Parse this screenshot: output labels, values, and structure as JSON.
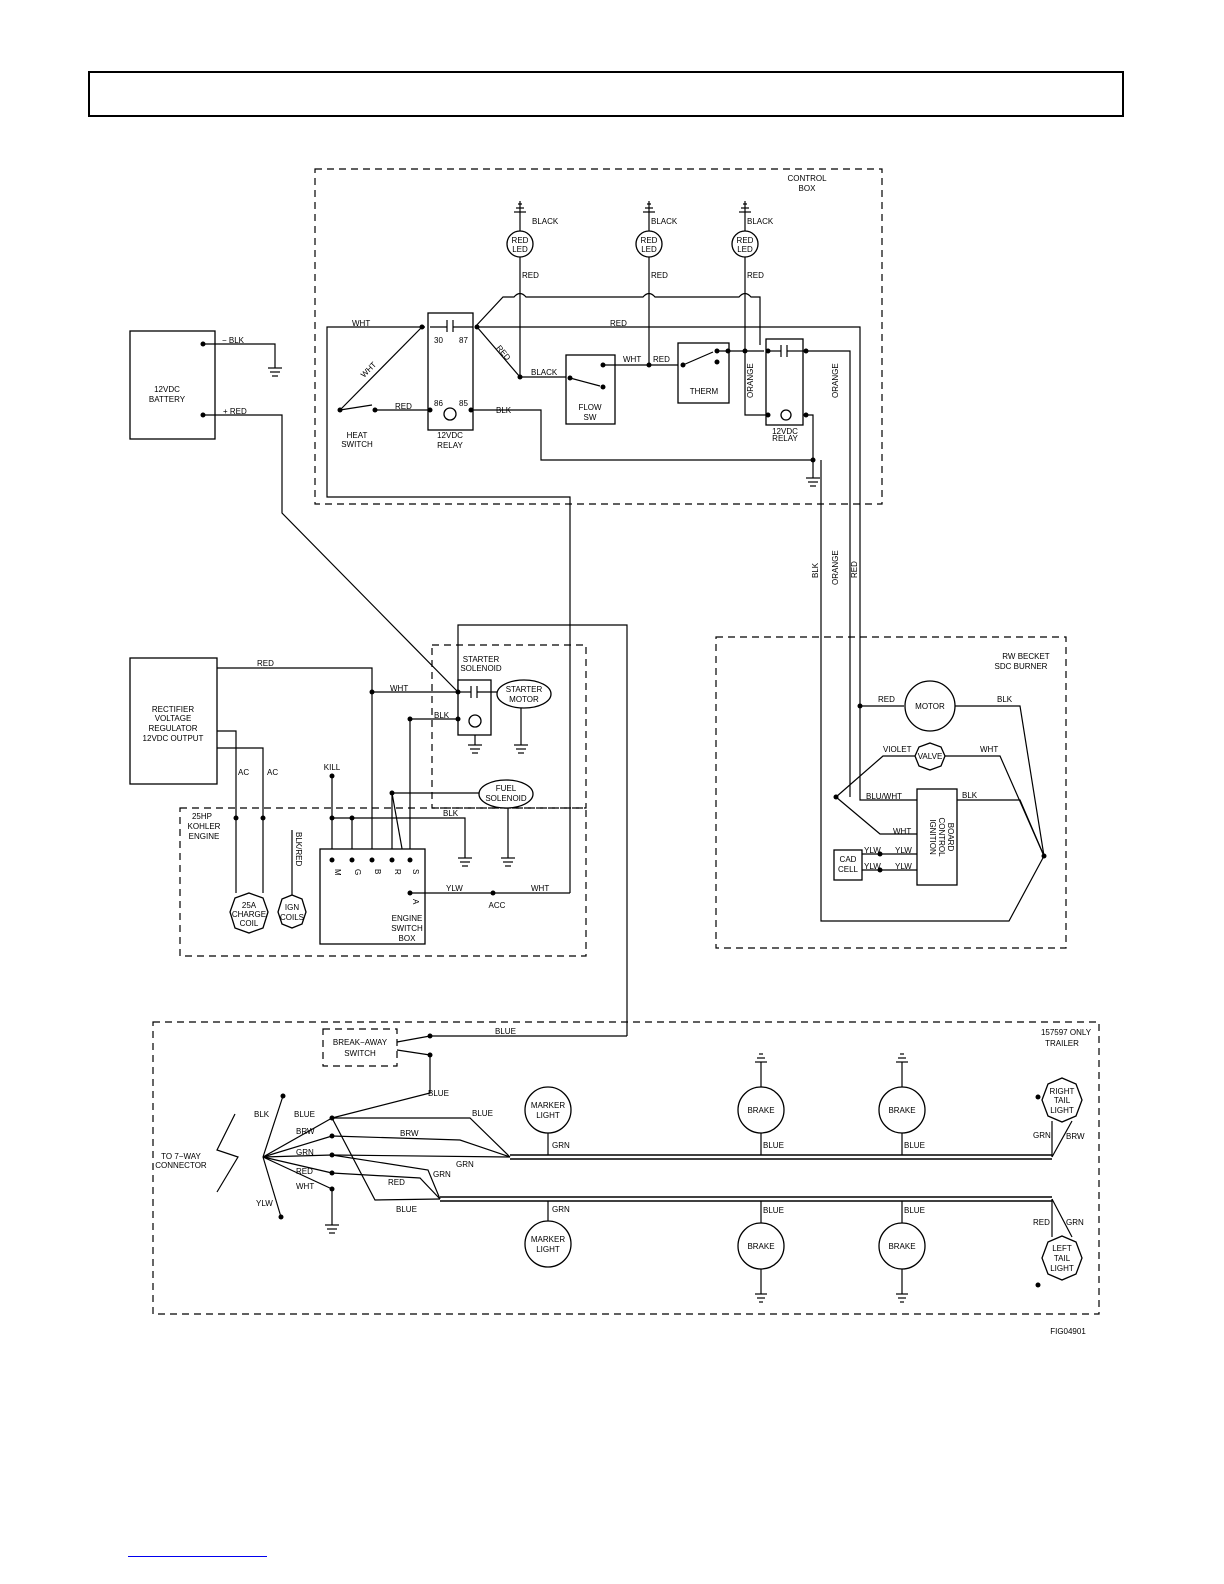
{
  "figure_id": "FIG04901",
  "control_box": {
    "title_line1": "CONTROL",
    "title_line2": "BOX",
    "led_line1": "RED",
    "led_line2": "LED",
    "black": "BLACK",
    "red": "RED",
    "wht": "WHT",
    "blk": "BLK",
    "orange": "ORANGE",
    "heat_switch_line1": "HEAT",
    "heat_switch_line2": "SWITCH",
    "relay_line1": "12VDC",
    "relay_line2": "RELAY",
    "pin30": "30",
    "pin87": "87",
    "pin86": "86",
    "pin85": "85",
    "flow_line1": "FLOW",
    "flow_line2": "SW",
    "therm": "THERM"
  },
  "battery": {
    "line1": "12VDC",
    "line2": "BATTERY",
    "neg_label": "−  BLK",
    "pos_label": "+ RED"
  },
  "rectifier": {
    "line1": "RECTIFIER",
    "line2": "VOLTAGE",
    "line3": "REGULATOR",
    "line4": "12VDC  OUTPUT",
    "red": "RED",
    "ac": "AC"
  },
  "starter": {
    "solenoid_line1": "STARTER",
    "solenoid_line2": "SOLENOID",
    "motor_line1": "STARTER",
    "motor_line2": "MOTOR",
    "wht": "WHT",
    "blk": "BLK"
  },
  "engine": {
    "title_line1": "25HP",
    "title_line2": "KOHLER",
    "title_line3": "ENGINE",
    "kill": "KILL",
    "blk": "BLK",
    "blk_red": "BLK/RED",
    "fuel_line1": "FUEL",
    "fuel_line2": "SOLENOID",
    "coil_line1": "25A",
    "coil_line2": "CHARGE",
    "coil_line3": "COIL",
    "ign_line1": "IGN",
    "ign_line2": "COILS",
    "pin_m": "M",
    "pin_g": "G",
    "pin_b": "B",
    "pin_r": "R",
    "pin_s": "S",
    "pin_a": "A",
    "switch_line1": "ENGINE",
    "switch_line2": "SWITCH",
    "switch_line3": "BOX",
    "ylw": "YLW",
    "wht": "WHT",
    "acc": "ACC"
  },
  "burner": {
    "title_line1": "RW  BECKET",
    "title_line2": "SDC  BURNER",
    "red": "RED",
    "motor": "MOTOR",
    "blk": "BLK",
    "violet": "VIOLET",
    "valve": "VALVE",
    "wht": "WHT",
    "blu_wht": "BLU/WHT",
    "board_line1": "IGNITION",
    "board_line2": "CONTROL",
    "board_line3": "BOARD",
    "cad_line1": "CAD",
    "cad_line2": "CELL",
    "ylw": "YLW",
    "vert_blk": "BLK",
    "vert_orange": "ORANGE",
    "vert_red": "RED"
  },
  "trailer": {
    "title_line1": "157597  ONLY",
    "title_line2": "TRAILER",
    "breakaway_line1": "BREAK−AWAY",
    "breakaway_line2": "SWITCH",
    "blue": "BLUE",
    "blk": "BLK",
    "brw": "BRW",
    "grn": "GRN",
    "red": "RED",
    "wht": "WHT",
    "ylw": "YLW",
    "connector_line1": "TO  7−WAY",
    "connector_line2": "CONNECTOR",
    "marker_line1": "MARKER",
    "marker_line2": "LIGHT",
    "brake": "BRAKE",
    "right_line1": "RIGHT",
    "right_line2": "TAIL",
    "right_line3": "LIGHT",
    "left_line1": "LEFT",
    "left_line2": "TAIL",
    "left_line3": "LIGHT"
  }
}
